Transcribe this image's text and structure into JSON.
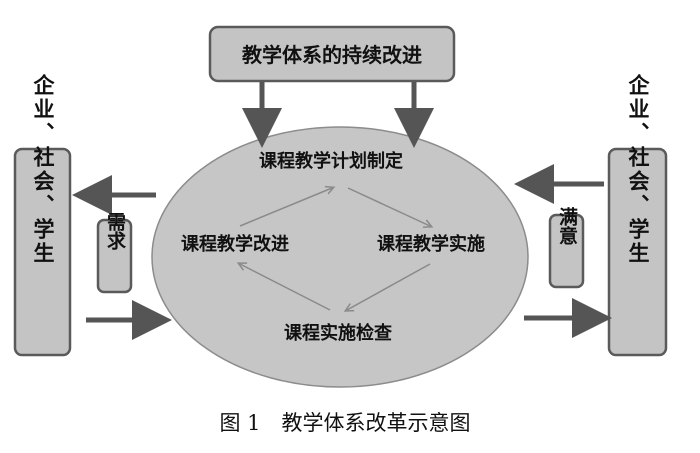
{
  "diagram": {
    "top_box": "教学体系的持续改进",
    "left_box": "企业、社会、学生",
    "right_box": "企业、社会、学生",
    "left_tag": "需求",
    "right_tag": "满意",
    "cycle": {
      "top": "课程教学计划制定",
      "right": "课程教学实施",
      "bottom": "课程实施检查",
      "left": "课程教学改进"
    },
    "caption": "图 1　教学体系改革示意图"
  },
  "colors": {
    "box_fill": "#c4c4c4",
    "box_border": "#5a5a5a",
    "ellipse_fill": "#c6c6c6",
    "arrow_dark": "#555555",
    "arrow_light": "#8a8a8a"
  }
}
